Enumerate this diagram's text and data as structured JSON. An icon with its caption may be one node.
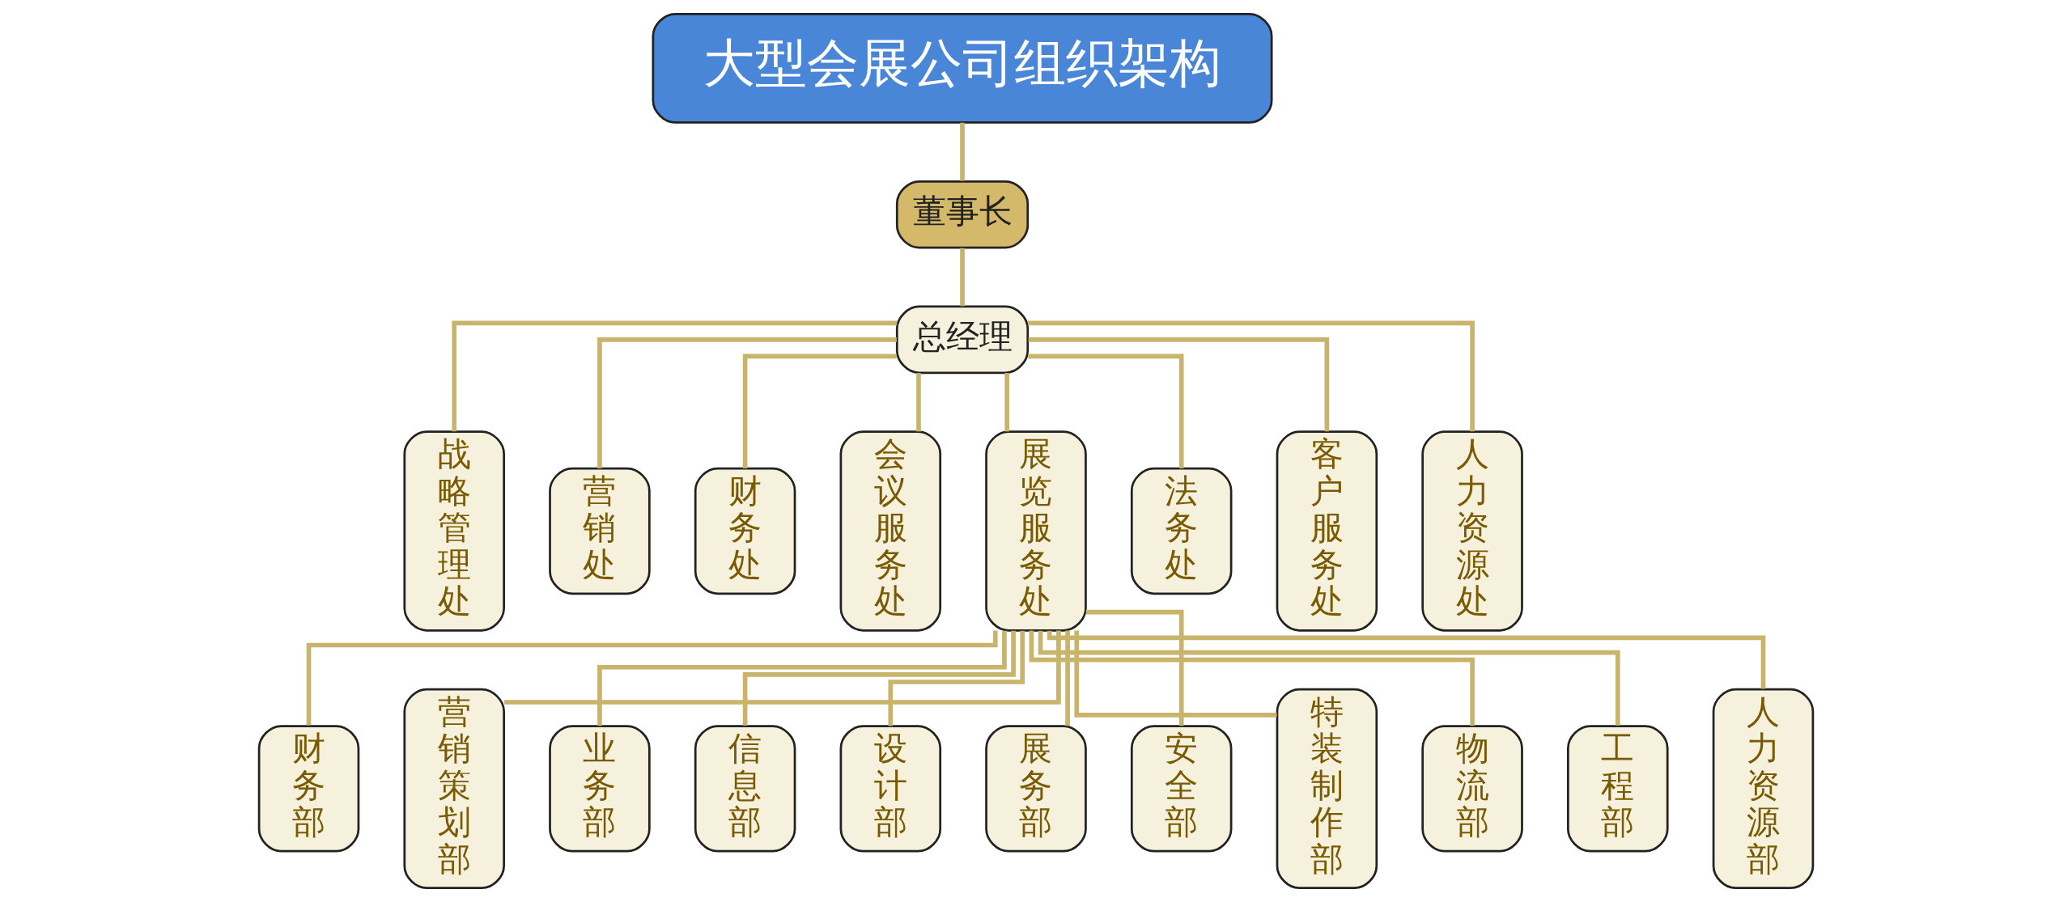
{
  "diagram": {
    "nodes": [
      {
        "text": [
          "大型会展公司组织架构"
        ]
      },
      {
        "text": [
          "董事长"
        ]
      },
      {
        "text": [
          "总经理"
        ]
      },
      {
        "text": [
          "战略管理处"
        ]
      },
      {
        "text": [
          "营销处"
        ]
      },
      {
        "text": [
          "财务处"
        ]
      },
      {
        "text": [
          "会议服务处"
        ]
      },
      {
        "text": [
          "展览服务处"
        ]
      },
      {
        "text": [
          "法务处"
        ]
      },
      {
        "text": [
          "客户服务处"
        ]
      },
      {
        "text": [
          "人力资源处"
        ]
      },
      {
        "text": [
          "财务部"
        ]
      },
      {
        "text": [
          "营销策划部"
        ]
      },
      {
        "text": [
          "业务部"
        ]
      },
      {
        "text": [
          "信息部"
        ]
      },
      {
        "text": [
          "设计部"
        ]
      },
      {
        "text": [
          "展务部"
        ]
      },
      {
        "text": [
          "安全部"
        ]
      },
      {
        "text": [
          "特装制作部"
        ]
      },
      {
        "text": [
          "物流部"
        ]
      },
      {
        "text": [
          "工程部"
        ]
      },
      {
        "text": [
          "人力资源部"
        ]
      }
    ],
    "edges": [
      {
        "from": 0,
        "to": 1,
        "arrow": "none"
      },
      {
        "from": 1,
        "to": 2,
        "arrow": "none"
      },
      {
        "from": 2,
        "to": 3,
        "arrow": "none"
      },
      {
        "from": 2,
        "to": 4,
        "arrow": "none"
      },
      {
        "from": 2,
        "to": 5,
        "arrow": "none"
      },
      {
        "from": 2,
        "to": 6,
        "arrow": "none"
      },
      {
        "from": 2,
        "to": 7,
        "arrow": "none"
      },
      {
        "from": 2,
        "to": 8,
        "arrow": "none"
      },
      {
        "from": 2,
        "to": 9,
        "arrow": "none"
      },
      {
        "from": 2,
        "to": 10,
        "arrow": "none"
      },
      {
        "from": 7,
        "to": 11,
        "arrow": "none"
      },
      {
        "from": 7,
        "to": 12,
        "arrow": "none"
      },
      {
        "from": 7,
        "to": 13,
        "arrow": "none"
      },
      {
        "from": 7,
        "to": 14,
        "arrow": "none"
      },
      {
        "from": 7,
        "to": 15,
        "arrow": "none"
      },
      {
        "from": 7,
        "to": 16,
        "arrow": "none"
      },
      {
        "from": 7,
        "to": 17,
        "arrow": "none"
      },
      {
        "from": 7,
        "to": 18,
        "arrow": "none"
      },
      {
        "from": 7,
        "to": 19,
        "arrow": "none"
      },
      {
        "from": 7,
        "to": 20,
        "arrow": "none"
      },
      {
        "from": 7,
        "to": 21,
        "arrow": "none"
      }
    ]
  }
}
